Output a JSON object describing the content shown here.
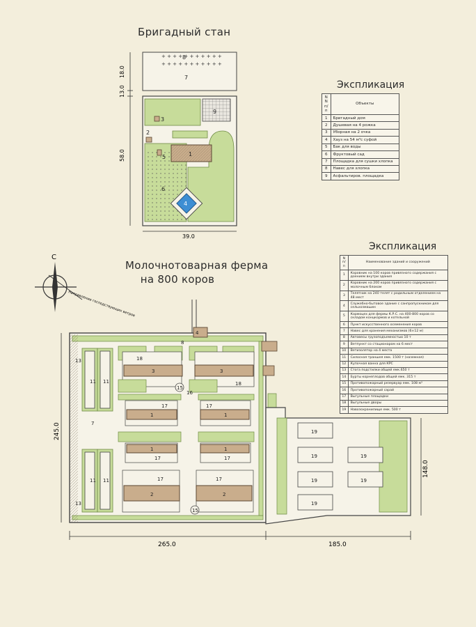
{
  "brigade": {
    "title": "Бригадный стан",
    "dims": {
      "h1": "18.0",
      "h2": "13.0",
      "h3": "58.0",
      "w": "39.0"
    },
    "labels": [
      "1",
      "2",
      "3",
      "4",
      "5",
      "6",
      "7",
      "8",
      "9"
    ],
    "explication": {
      "title": "Экспликация",
      "header_num": "N N п/п",
      "header_obj": "Объекты",
      "rows": [
        {
          "n": "1",
          "text": "Бригадный дом"
        },
        {
          "n": "2",
          "text": "Душевая на 4 рожка"
        },
        {
          "n": "3",
          "text": "Уборная на 2 очка"
        },
        {
          "n": "4",
          "text": "Хауз на 54 м³с суфой"
        },
        {
          "n": "5",
          "text": "Бак для воды"
        },
        {
          "n": "6",
          "text": "Фруктовый сад"
        },
        {
          "n": "7",
          "text": "Площадка для сушки хлопка"
        },
        {
          "n": "8",
          "text": "Навес для хлопка"
        },
        {
          "n": "9",
          "text": "Асфальтиров. площадка"
        }
      ]
    }
  },
  "farm": {
    "title_line1": "Молочнотоварная ферма",
    "title_line2": "на 800 коров",
    "compass_letter": "С",
    "wind_label": "Направление господствующих ветров",
    "dims": {
      "w1": "265.0",
      "w2": "185.0",
      "h1": "245.0",
      "h2": "148.0"
    },
    "explication": {
      "title": "Экспликация",
      "header_num": "N п/п",
      "header_obj": "Наименование зданий и сооружений",
      "rows": [
        {
          "n": "1",
          "text": "Коровник на 100 коров привязного содержания с доением внутри здания"
        },
        {
          "n": "2",
          "text": "Коровник на 200 коров привязного содержания с молочным блоком"
        },
        {
          "n": "3",
          "text": "Телятник на 240 телят с родильным отделением на 48 мест"
        },
        {
          "n": "4",
          "text": "Служебно-бытовое здание с санпропускником для сельхозмашин"
        },
        {
          "n": "5",
          "text": "Кормоцех для фермы К.Р.С. на 400-800 коров со складом концкормов и котельной"
        },
        {
          "n": "6",
          "text": "Пункт искусственного осеменения коров"
        },
        {
          "n": "7",
          "text": "Навес для хранения механизмов (6×12 м)"
        },
        {
          "n": "8",
          "text": "Автовесы грузоподъемностью 10 т"
        },
        {
          "n": "9",
          "text": "Ветпункт со стационаром на 6 мест"
        },
        {
          "n": "10",
          "text": "Ветизолятор на 4 места"
        },
        {
          "n": "11",
          "text": "Силосная траншея емк. 1500 т (наземная)"
        },
        {
          "n": "12",
          "text": "Купочная ванна для КРС"
        },
        {
          "n": "13",
          "text": "Стога подстилки общей емк.650 т"
        },
        {
          "n": "14",
          "text": "Бурты корнеплодов общей емк. 315 т"
        },
        {
          "n": "15",
          "text": "Противопожарный резервуар емк. 108 м³"
        },
        {
          "n": "16",
          "text": "Противопожарный сарай"
        },
        {
          "n": "17",
          "text": "Выгульные площадки"
        },
        {
          "n": "18",
          "text": "Выгульные дворы"
        },
        {
          "n": "19",
          "text": "Навозохранилище емк. 500 т"
        }
      ]
    }
  },
  "colors": {
    "paper": "#f3eedc",
    "green": "#c7dc9a",
    "green_edge": "#6e8a45",
    "building": "#c9ad8c",
    "building_edge": "#5a4632",
    "water": "#3d8ed3",
    "line": "#333333"
  }
}
